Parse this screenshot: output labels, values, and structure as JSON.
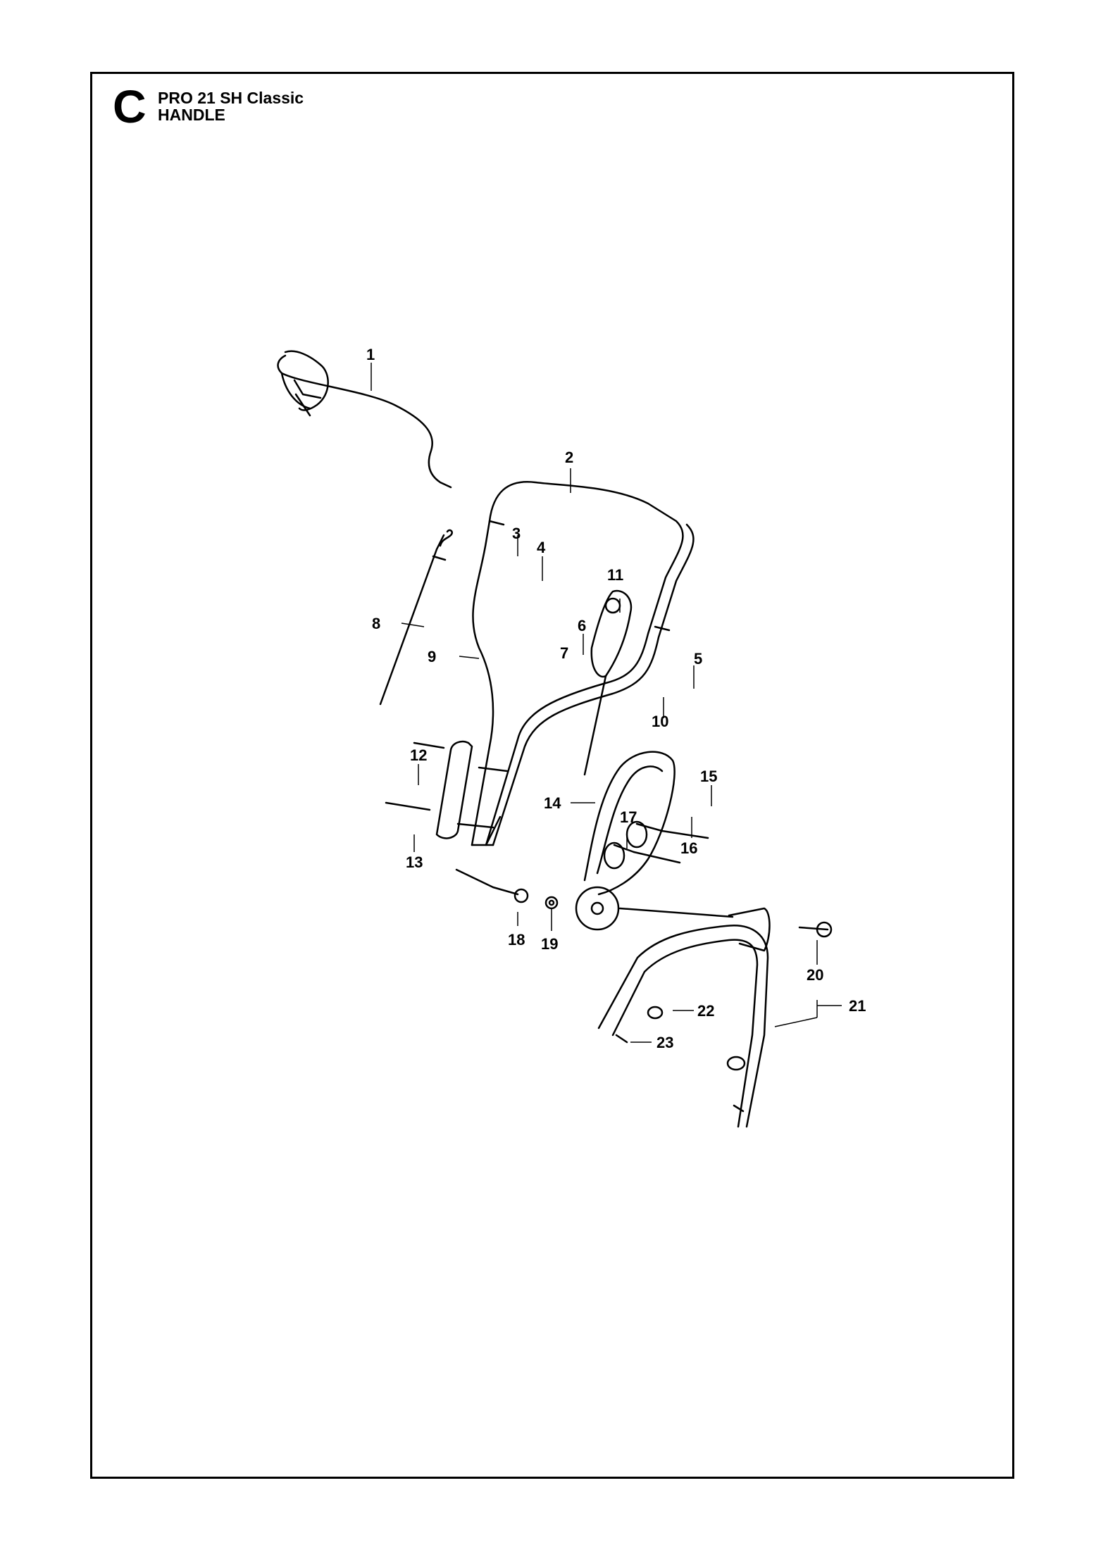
{
  "header": {
    "section_letter": "C",
    "model": "PRO 21 SH Classic",
    "part_group": "HANDLE"
  },
  "callouts": [
    "1",
    "2",
    "3",
    "4",
    "5",
    "6",
    "7",
    "8",
    "9",
    "10",
    "11",
    "12",
    "13",
    "14",
    "15",
    "16",
    "17",
    "18",
    "19",
    "20",
    "21",
    "22",
    "23"
  ]
}
